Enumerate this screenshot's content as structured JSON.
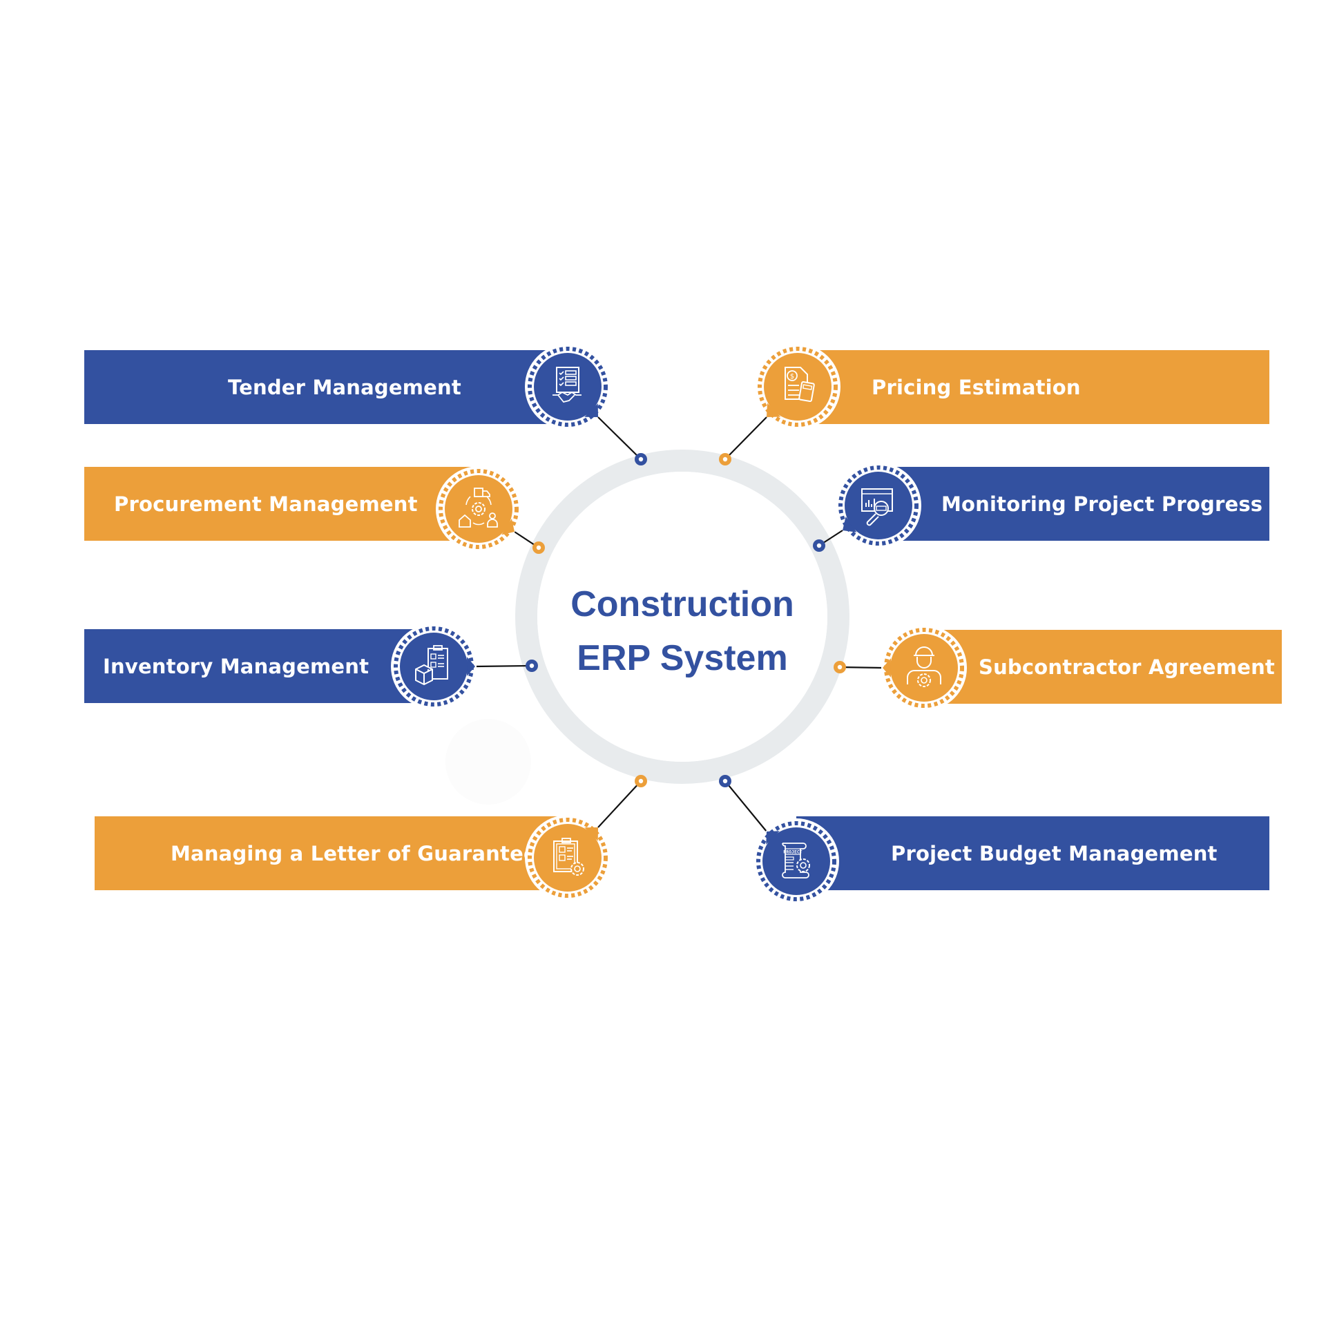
{
  "center": {
    "line1": "Construction",
    "line2": "ERP System"
  },
  "colors": {
    "blue": "#3351a0",
    "orange": "#ec9f3a",
    "ring": "#e8ebed",
    "connector": "#111111",
    "text_on_bar": "#ffffff"
  },
  "modules": [
    {
      "id": "tender",
      "label": "Tender Management",
      "color": "blue",
      "side": "left",
      "icon": "tender-handshake-icon"
    },
    {
      "id": "pricing",
      "label": "Pricing Estimation",
      "color": "orange",
      "side": "right",
      "icon": "pricing-calculator-icon"
    },
    {
      "id": "procurement",
      "label": "Procurement Management",
      "color": "orange",
      "side": "left",
      "icon": "procurement-supply-chain-icon"
    },
    {
      "id": "monitoring",
      "label": "Monitoring Project Progress",
      "color": "blue",
      "side": "right",
      "icon": "monitoring-analytics-icon"
    },
    {
      "id": "inventory",
      "label": "Inventory Management",
      "color": "blue",
      "side": "left",
      "icon": "inventory-clipboard-box-icon"
    },
    {
      "id": "subcontractor",
      "label": "Subcontractor Agreement",
      "color": "orange",
      "side": "right",
      "icon": "subcontractor-worker-gear-icon"
    },
    {
      "id": "guarantee",
      "label": "Managing a Letter of Guarantee",
      "color": "orange",
      "side": "left",
      "icon": "guarantee-checklist-gear-icon"
    },
    {
      "id": "budget",
      "label": "Project Budget Management",
      "color": "blue",
      "side": "right",
      "icon": "budget-project-scroll-icon"
    }
  ]
}
